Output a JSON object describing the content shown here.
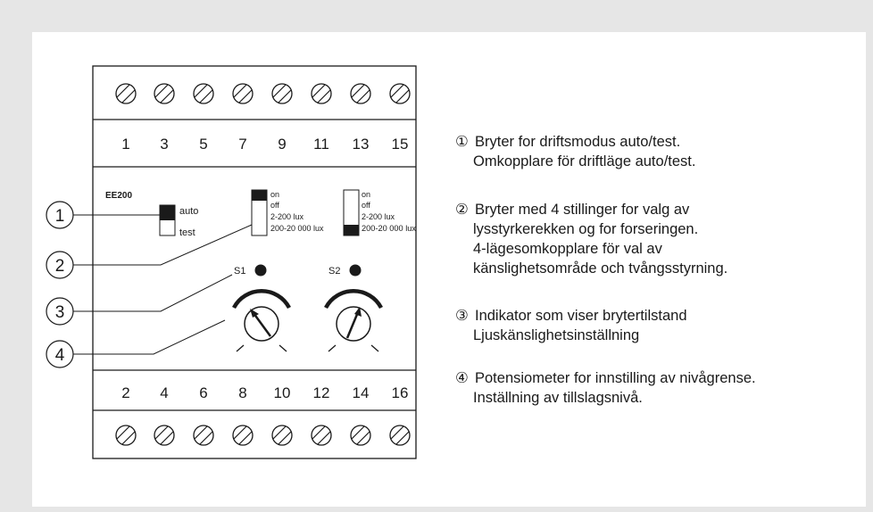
{
  "device": {
    "model": "EE200",
    "terminals_top": [
      "1",
      "3",
      "5",
      "7",
      "9",
      "11",
      "13",
      "15"
    ],
    "terminals_bottom": [
      "2",
      "4",
      "6",
      "8",
      "10",
      "12",
      "14",
      "16"
    ],
    "switch1": {
      "labels": [
        "auto",
        "test"
      ]
    },
    "switch2": {
      "labels": [
        "on",
        "off",
        "2-200 lux",
        "200-20 000 lux"
      ]
    },
    "switch3": {
      "labels": [
        "on",
        "off",
        "2-200 lux",
        "200-20 000 lux"
      ]
    },
    "indicators": [
      "S1",
      "S2"
    ],
    "callouts": [
      "1",
      "2",
      "3",
      "4"
    ]
  },
  "legend": [
    {
      "num": "①",
      "line1": "Bryter for driftsmodus auto/test.",
      "line2": "Omkopplare för driftläge auto/test."
    },
    {
      "num": "②",
      "line1": "Bryter med 4 stillinger for valg av",
      "line2": "lysstyrkerekken og for forseringen.",
      "line3": "4-lägesomkopplare för val av",
      "line4": "känslighetsområde och tvångsstyrning."
    },
    {
      "num": "③",
      "line1": "Indikator som viser brytertilstand",
      "line2": "Ljuskänslighetsinställning"
    },
    {
      "num": "④",
      "line1": "Potensiometer for innstilling av nivågrense.",
      "line2": "Inställning av tillslagsnivå."
    }
  ]
}
